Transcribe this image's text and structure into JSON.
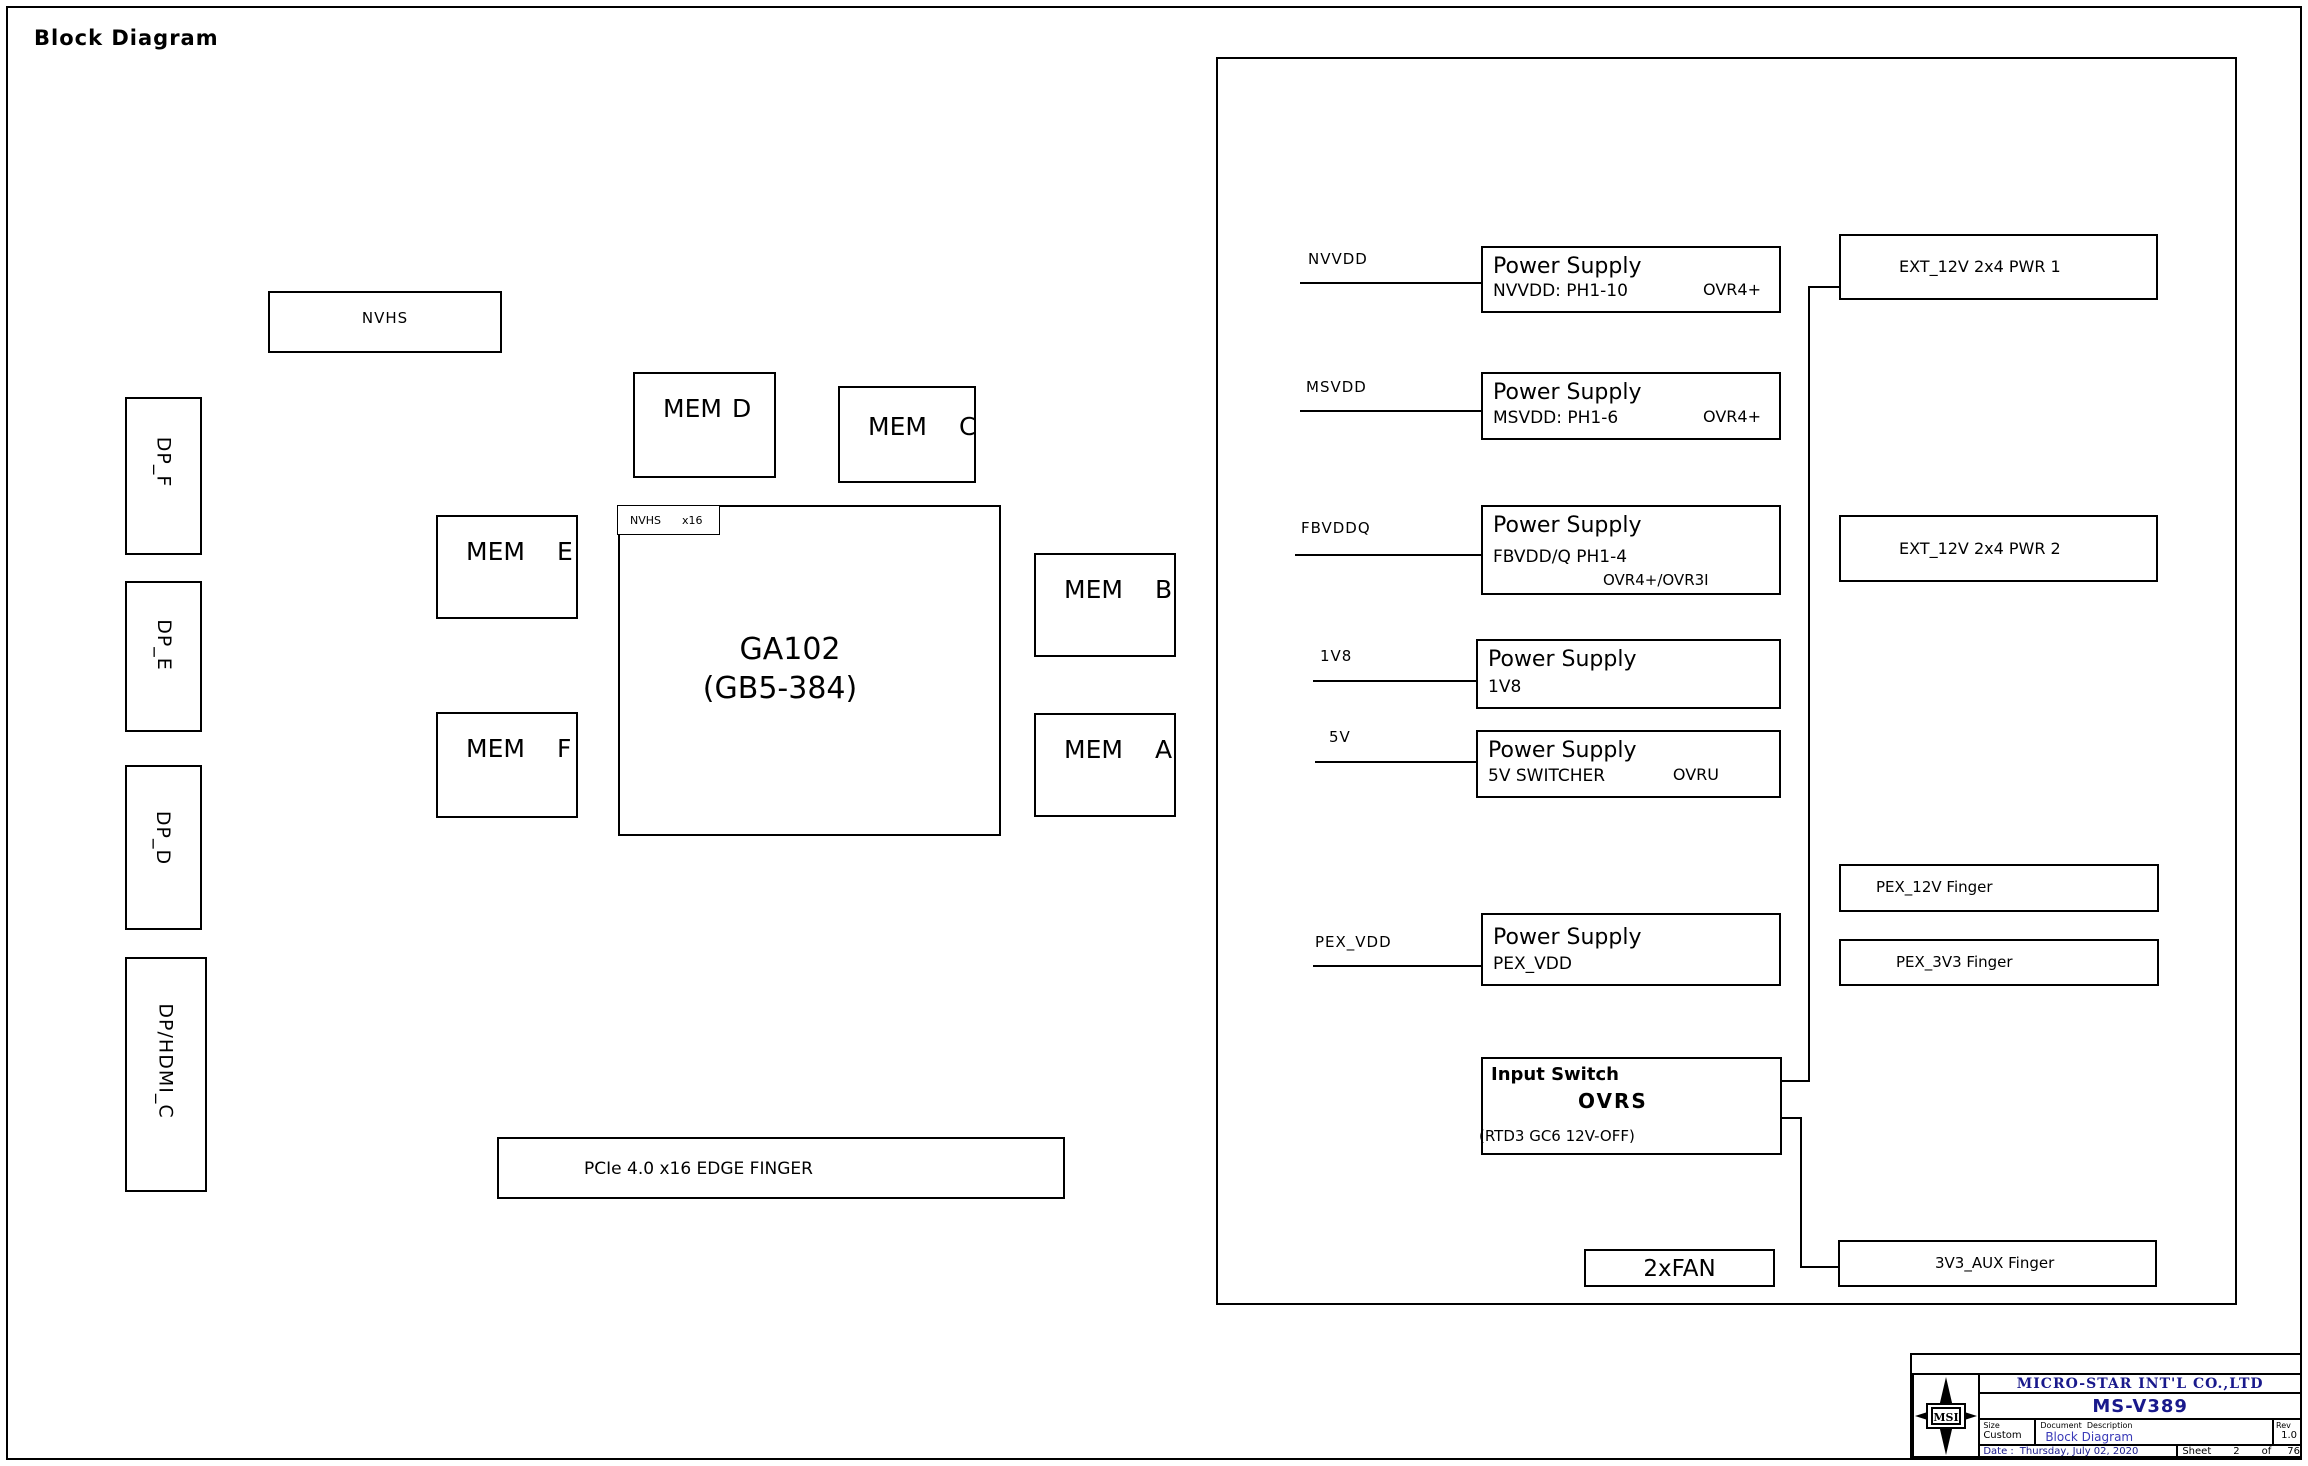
{
  "page": {
    "title": "Block Diagram"
  },
  "nvhs_box": {
    "label": "NVHS"
  },
  "display_outputs": [
    {
      "label": "DP_F"
    },
    {
      "label": "DP_E"
    },
    {
      "label": "DP_D"
    },
    {
      "label": "DP/HDMI_C"
    }
  ],
  "gpu": {
    "name": "GA102",
    "package": "(GB5-384)",
    "nvhs_tag": "NVHS",
    "lane_tag": "x16"
  },
  "memories": [
    {
      "prefix": "MEM",
      "letter": "D"
    },
    {
      "prefix": "MEM",
      "letter": "C"
    },
    {
      "prefix": "MEM",
      "letter": "E"
    },
    {
      "prefix": "MEM",
      "letter": "F"
    },
    {
      "prefix": "MEM",
      "letter": "B"
    },
    {
      "prefix": "MEM",
      "letter": "A"
    }
  ],
  "edge_finger": {
    "label": "PCIe 4.0 x16 EDGE FINGER"
  },
  "power_supplies": [
    {
      "signal": "NVVDD",
      "title": "Power Supply",
      "line1": "NVVDD: PH1-10",
      "tag": "OVR4+"
    },
    {
      "signal": "MSVDD",
      "title": "Power Supply",
      "line1": "MSVDD: PH1-6",
      "tag": "OVR4+"
    },
    {
      "signal": "FBVDDQ",
      "title": "Power Supply",
      "line1": "FBVDD/Q PH1-4",
      "line2": "OVR4+/OVR3I"
    },
    {
      "signal": "1V8",
      "title": "Power Supply",
      "line1": "1V8"
    },
    {
      "signal": "5V",
      "title": "Power Supply",
      "line1": "5V SWITCHER",
      "tag": "OVRU"
    },
    {
      "signal": "PEX_VDD",
      "title": "Power Supply",
      "line1": "PEX_VDD"
    }
  ],
  "input_switch": {
    "title": "Input Switch",
    "device": "OVRS",
    "note": "(RTD3 GC6 12V-OFF)"
  },
  "connectors": {
    "ext_pwr1": "EXT_12V 2x4 PWR 1",
    "ext_pwr2": "EXT_12V 2x4 PWR 2",
    "pex_12v": "PEX_12V Finger",
    "pex_3v3": "PEX_3V3 Finger",
    "aux_3v3": "3V3_AUX Finger",
    "fan": "2xFAN"
  },
  "title_block": {
    "company": "MICRO-STAR INT'L CO.,LTD",
    "model": "MS-V389",
    "logo_text": "MSI",
    "size_label": "Size",
    "size_value": "Custom",
    "doc_label": "Document  Description",
    "doc_value": "Block Diagram",
    "rev_label": "Rev",
    "rev_value": "1.0",
    "date_label": "Date :",
    "date_value": "Thursday, July 02, 2020",
    "sheet_label": "Sheet",
    "sheet_number": "2",
    "of_label": "of",
    "sheet_total": "76"
  },
  "colors": {
    "ink": "#000000",
    "navy": "#19198c",
    "blue": "#3a3ab8"
  }
}
